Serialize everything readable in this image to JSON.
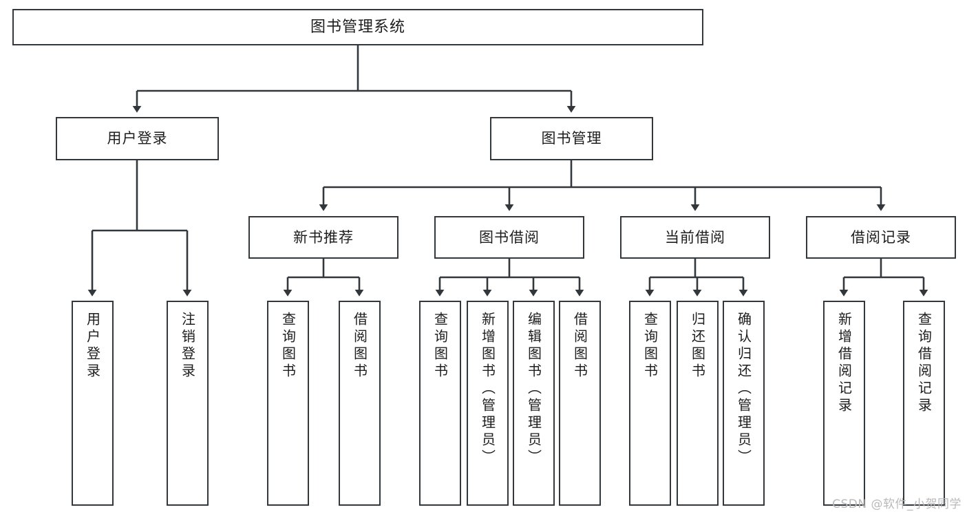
{
  "diagram": {
    "type": "tree",
    "title": "图书管理系统",
    "watermark": "CSDN @软件_小贺同学",
    "colors": {
      "box_border": "#32373b",
      "box_fill": "#ffffff",
      "line": "#3a3f43",
      "text": "#1d1d1d",
      "watermark": "#b9b9b9",
      "background": "#ffffff"
    },
    "nodes": {
      "root": {
        "label": "图书管理系统"
      },
      "level2": [
        {
          "label": "用户登录"
        },
        {
          "label": "图书管理"
        }
      ],
      "level3": [
        {
          "label": "新书推荐"
        },
        {
          "label": "图书借阅"
        },
        {
          "label": "当前借阅"
        },
        {
          "label": "借阅记录"
        }
      ],
      "leaves": {
        "user_login": [
          {
            "label": "用户登录"
          },
          {
            "label": "注销登录"
          }
        ],
        "new_book_recommend": [
          {
            "label": "查询图书"
          },
          {
            "label": "借阅图书"
          }
        ],
        "book_borrow": [
          {
            "label": "查询图书"
          },
          {
            "label": "新增图书（管理员）"
          },
          {
            "label": "编辑图书（管理员）"
          },
          {
            "label": "借阅图书"
          }
        ],
        "current_borrow": [
          {
            "label": "查询图书"
          },
          {
            "label": "归还图书"
          },
          {
            "label": "确认归还（管理员）"
          }
        ],
        "borrow_record": [
          {
            "label": "新增借阅记录"
          },
          {
            "label": "查询借阅记录"
          }
        ]
      }
    }
  }
}
